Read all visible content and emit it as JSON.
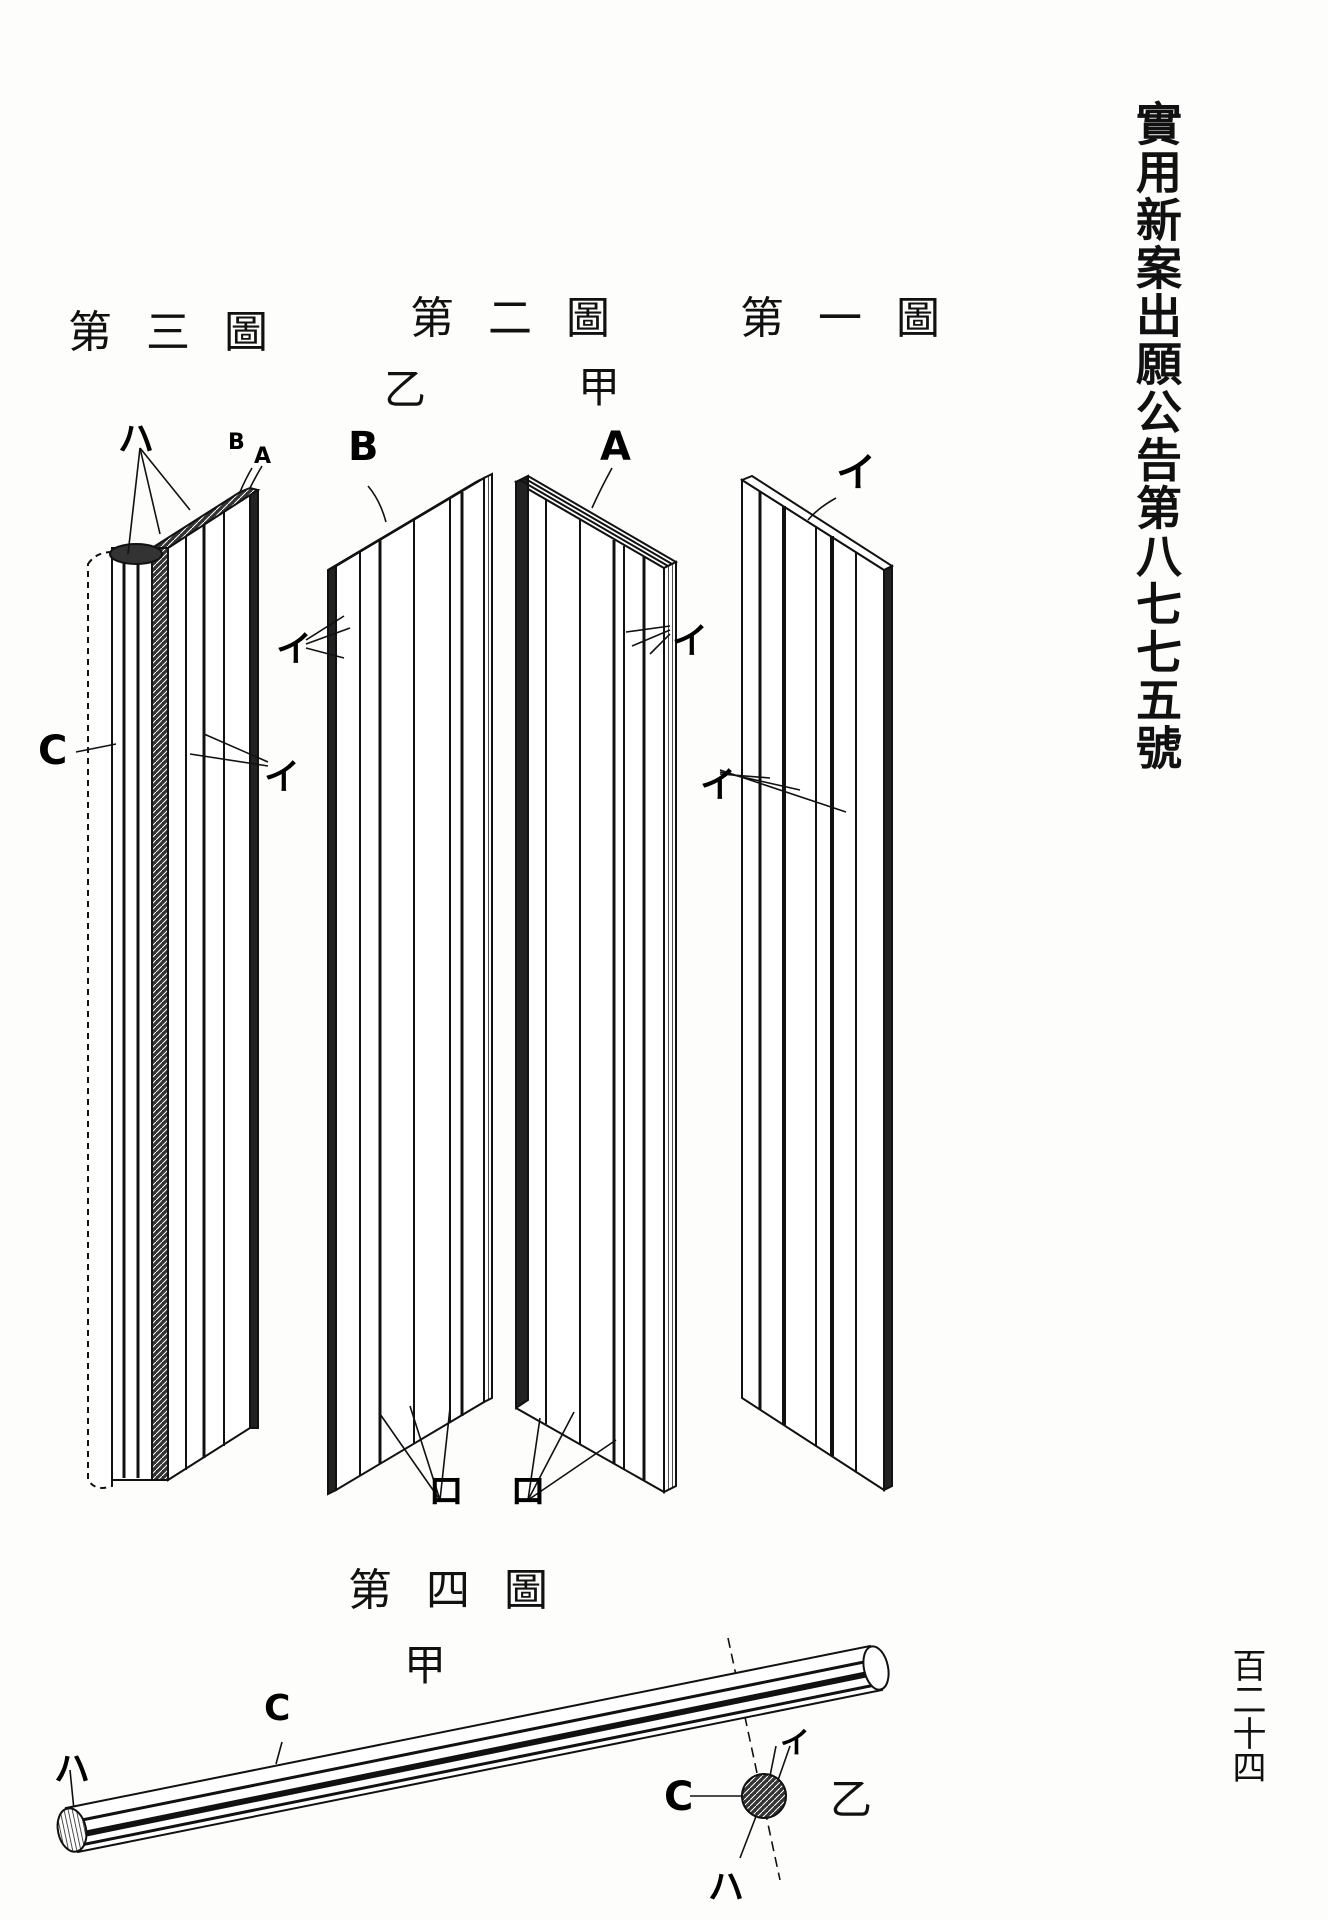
{
  "header": {
    "publication": "實用新案出願公告第八七七五號",
    "page_number": "百二十四"
  },
  "figures": {
    "fig1": {
      "title": "第一圖"
    },
    "fig2": {
      "title": "第二圖",
      "sub_left": "乙",
      "sub_right": "甲"
    },
    "fig3": {
      "title": "第三圖"
    },
    "fig4": {
      "title": "第四圖",
      "sub_a": "甲",
      "sub_b": "乙"
    }
  },
  "labels": {
    "i": "イ",
    "ro": "ロ",
    "ha": "ハ",
    "A": "A",
    "B": "B",
    "C": "C"
  }
}
